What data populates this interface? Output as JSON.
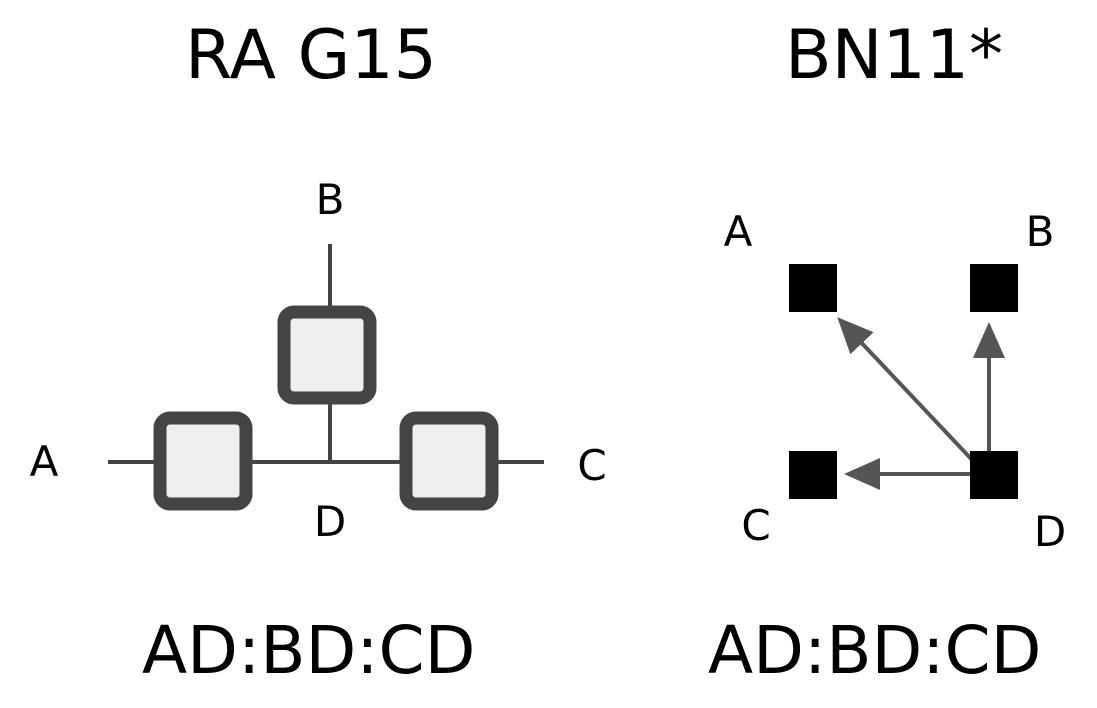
{
  "panels": [
    {
      "title": "RA G15",
      "caption": "AD:BD:CD",
      "nodes": {
        "a": "A",
        "b": "B",
        "c": "C",
        "d": "D"
      }
    },
    {
      "title": "BN11*",
      "caption": "AD:BD:CD",
      "nodes": {
        "a": "A",
        "b": "B",
        "c": "C",
        "d": "D"
      }
    }
  ],
  "colors": {
    "wire": "#444444",
    "gate_border": "#444444",
    "gate_fill": "#eeeeee",
    "node_fill": "#000000",
    "arrow": "#555555"
  }
}
